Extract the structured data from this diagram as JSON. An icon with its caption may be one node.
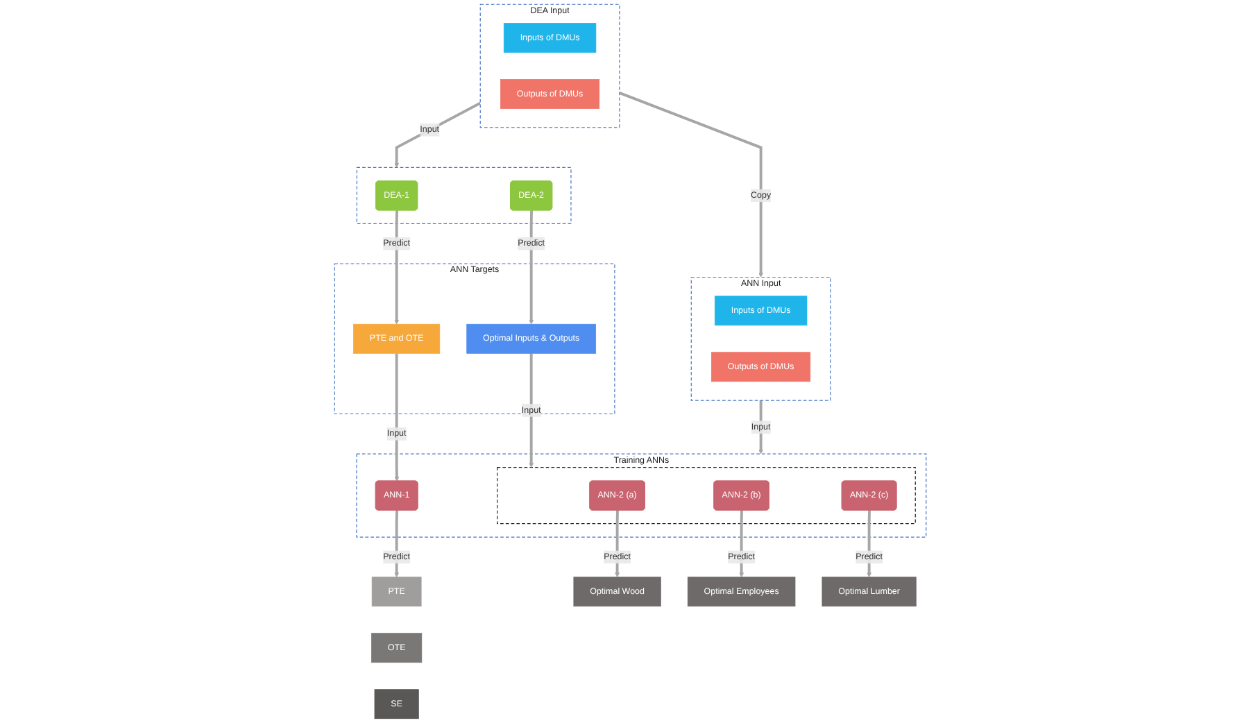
{
  "diagram": {
    "nodes": [
      {
        "text": [
          "DEA Input"
        ]
      },
      {
        "text": [
          "Inputs of DMUs"
        ],
        "in": 0
      },
      {
        "text": [
          "Outputs of DMUs"
        ],
        "in": 0
      },
      {
        "text": [
          "ANN Input"
        ]
      },
      {
        "text": [
          "Inputs of DMUs"
        ],
        "in": 3
      },
      {
        "text": [
          "Outputs of DMUs"
        ],
        "in": 3
      },
      {
        "text": [],
        "shape": "box"
      },
      {
        "text": [
          "DEA-1"
        ],
        "in": 6
      },
      {
        "text": [
          "DEA-2"
        ],
        "in": 6
      },
      {
        "text": [
          "ANN Targets"
        ]
      },
      {
        "text": [
          "PTE and OTE"
        ],
        "in": 9
      },
      {
        "text": [
          "Optimal Inputs & Outputs"
        ],
        "in": 9
      },
      {
        "text": [
          "Training ANNs"
        ]
      },
      {
        "text": [
          "ANN-1"
        ],
        "in": 12
      },
      {
        "text": [],
        "shape": "box",
        "in": 12
      },
      {
        "text": [
          "ANN-2 (a)"
        ],
        "in": 14
      },
      {
        "text": [
          "ANN-2 (b)"
        ],
        "in": 14
      },
      {
        "text": [
          "ANN-2 (c)"
        ],
        "in": 14
      },
      {
        "text": [
          "PTE"
        ]
      },
      {
        "text": [
          "OTE"
        ]
      },
      {
        "text": [
          "SE"
        ]
      },
      {
        "text": [
          "Optimal Lumber"
        ]
      },
      {
        "text": [
          "Optimal Employees"
        ]
      },
      {
        "text": [
          "Optimal Wood"
        ]
      }
    ],
    "edges": [
      {
        "from": 0,
        "to": 6,
        "arrow": "to",
        "label": "Input"
      },
      {
        "from": 0,
        "to": 3,
        "arrow": "to",
        "label": "Copy"
      },
      {
        "from": 3,
        "to": 12,
        "arrow": "to",
        "label": "Input"
      },
      {
        "from": 7,
        "to": 10,
        "arrow": "to",
        "label": "Predict"
      },
      {
        "from": 8,
        "to": 11,
        "arrow": "to",
        "label": "Predict"
      },
      {
        "from": 10,
        "to": 13,
        "arrow": "to",
        "label": "Input"
      },
      {
        "from": 11,
        "to": 14,
        "arrow": "to",
        "label": "Input"
      },
      {
        "from": 13,
        "to": 18,
        "arrow": "to",
        "label": "Predict"
      },
      {
        "from": 17,
        "to": 21,
        "arrow": "to",
        "label": "Predict"
      },
      {
        "from": 16,
        "to": 22,
        "arrow": "to",
        "label": "Predict"
      },
      {
        "from": 15,
        "to": 23,
        "arrow": "to",
        "label": "Predict"
      }
    ]
  }
}
